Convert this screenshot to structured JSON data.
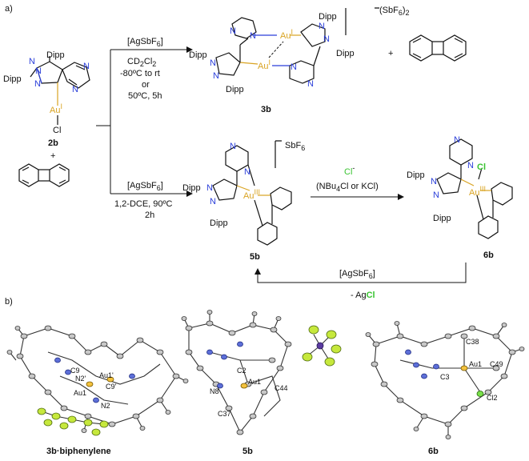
{
  "panel_a": {
    "label": "a)",
    "c2b": {
      "dipp_top": "Dipp",
      "dipp_left": "Dipp",
      "n_left": "N",
      "n_top": "N",
      "n_mid": "N",
      "n_pyr1": "N",
      "n_pyr2": "N",
      "au": "Au",
      "au_ox": "I",
      "cl": "Cl",
      "name": "2b"
    },
    "plus1": "+",
    "plus2": "+",
    "top_arrow": {
      "line1": "[AgSbF",
      "line1_sub": "6",
      "line1_end": "]",
      "line2": "CD",
      "line2_sub1": "2",
      "line2_mid": "Cl",
      "line2_sub2": "2",
      "line3": "-80ºC to rt",
      "line4": "or",
      "line5": "50ºC, 5h"
    },
    "c3b": {
      "dipp1": "Dipp",
      "dipp2": "Dipp",
      "dipp3": "Dipp",
      "dipp4": "Dipp",
      "au": "Au",
      "au_ox": "I",
      "counter": "(SbF",
      "counter_sub": "6",
      "counter_end": ")",
      "counter_charge": "2",
      "name": "3b",
      "n": "N"
    },
    "bottom_arrow": {
      "line1": "[AgSbF",
      "line1_sub": "6",
      "line1_end": "]",
      "line2": "1,2-DCE, 90ºC",
      "line3": "2h"
    },
    "c5b": {
      "dipp1": "Dipp",
      "dipp2": "Dipp",
      "au": "Au",
      "au_ox": "III",
      "counter": "SbF",
      "counter_sub": "6",
      "name": "5b",
      "n": "N"
    },
    "mid_arrow": {
      "cl": "Cl",
      "cl_charge": "-",
      "line2": "(NBu",
      "line2_sub": "4",
      "line2_end": "Cl or KCl)"
    },
    "c6b": {
      "dipp1": "Dipp",
      "dipp2": "Dipp",
      "au": "Au",
      "au_ox": "III",
      "cl": "Cl",
      "name": "6b",
      "n": "N"
    },
    "return_arrow": {
      "line1": "[AgSbF",
      "line1_sub": "6",
      "line1_end": "]",
      "line2": "- Ag",
      "line2_cl": "Cl"
    }
  },
  "panel_b": {
    "label": "b)",
    "s1": {
      "caption": "3b·biphenylene",
      "atoms": [
        "C9",
        "N2'",
        "Au1'",
        "C9'",
        "Au1",
        "N2"
      ]
    },
    "s2": {
      "caption": "5b",
      "atoms": [
        "C2",
        "N8",
        "Au1",
        "C44",
        "C37"
      ]
    },
    "s3": {
      "caption": "6b",
      "atoms": [
        "C38",
        "Au1",
        "C3",
        "C49",
        "Cl2"
      ]
    }
  },
  "colors": {
    "gold": "#d9a321",
    "chlorine": "#39c431",
    "nitrogen": "#2b3fd9"
  }
}
